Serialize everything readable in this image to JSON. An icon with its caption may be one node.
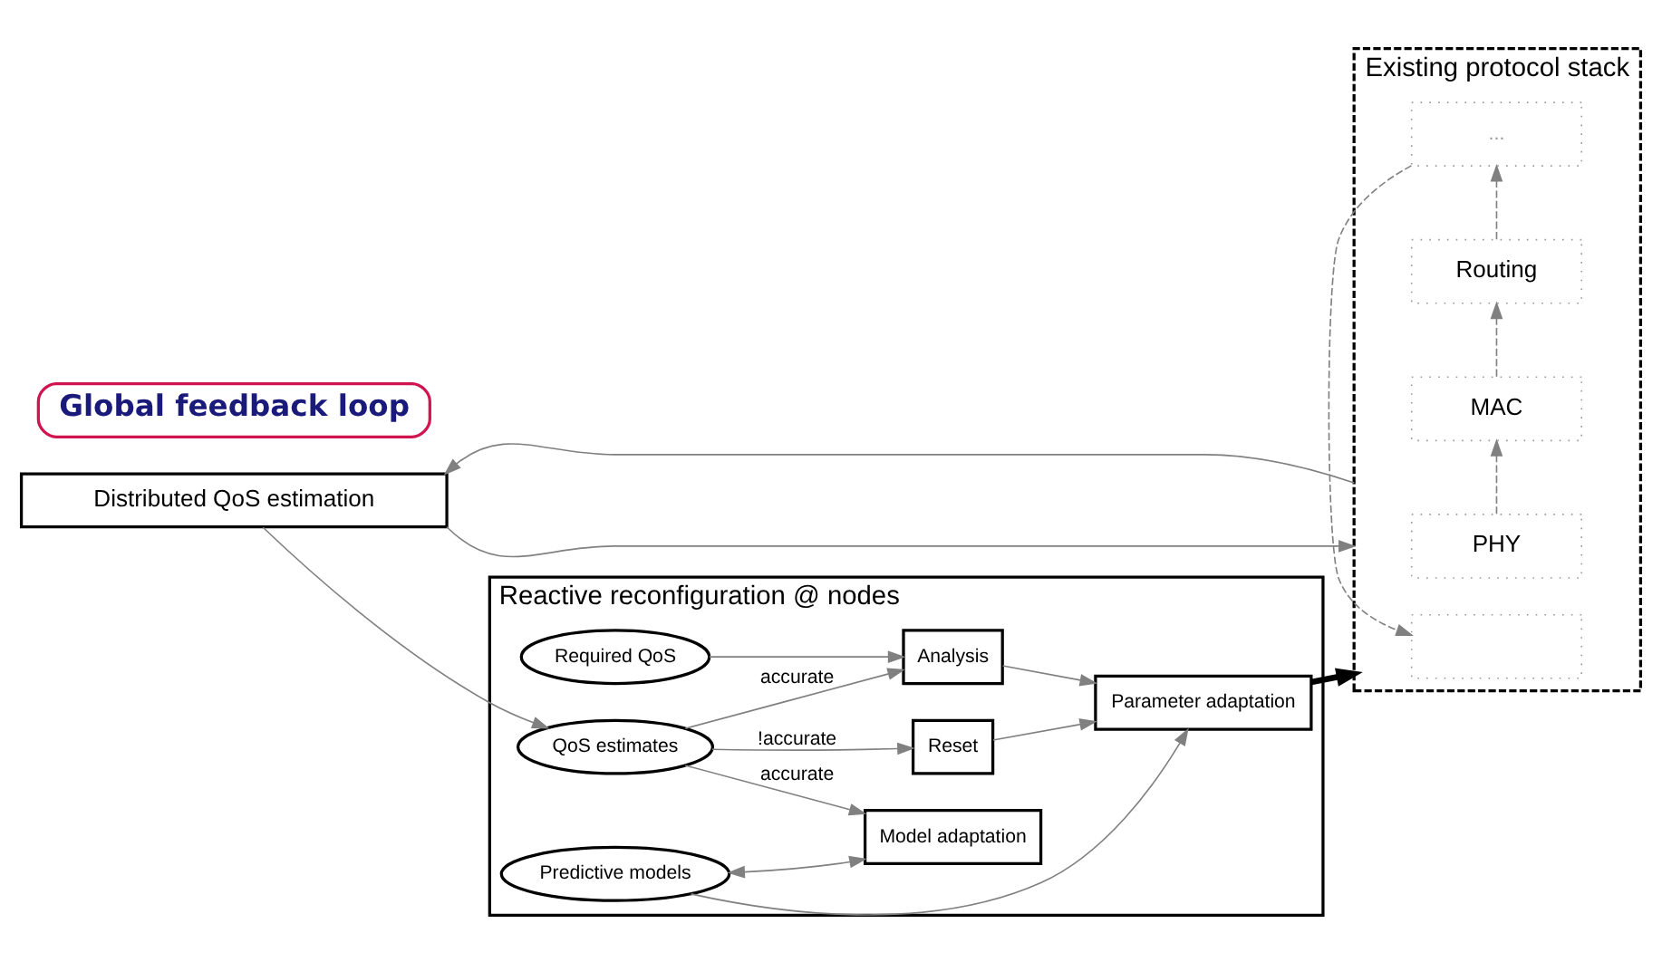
{
  "diagram": {
    "nodes": [
      {
        "text": [
          "Reactive reconfiguration @ nodes"
        ]
      },
      {
        "text": [
          "Required QoS"
        ],
        "in": 0
      },
      {
        "text": [
          "QoS estimates"
        ],
        "in": 0
      },
      {
        "text": [
          "Analysis"
        ],
        "in": 0
      },
      {
        "text": [
          "Reset"
        ],
        "in": 0
      },
      {
        "text": [
          "Parameter adaptation"
        ],
        "in": 0
      },
      {
        "text": [
          "Predictive models"
        ],
        "in": 0
      },
      {
        "text": [
          "Model adaptation"
        ],
        "in": 0
      },
      {
        "text": [
          "Global feedback loop"
        ]
      },
      {
        "text": [
          "Distributed QoS estimation"
        ]
      },
      {
        "text": [
          "Existing protocol stack"
        ]
      },
      {
        "text": [],
        "shape": "box",
        "in": 10
      },
      {
        "text": [
          "..."
        ],
        "in": 10
      },
      {
        "text": [
          "Routing"
        ],
        "in": 10
      },
      {
        "text": [
          "MAC"
        ],
        "in": 10
      },
      {
        "text": [
          "PHY"
        ],
        "in": 10
      }
    ],
    "edges": [
      {
        "from": 1,
        "to": 3,
        "arrow": "to"
      },
      {
        "from": 2,
        "to": 3,
        "arrow": "to",
        "label": "accurate"
      },
      {
        "from": 2,
        "to": 4,
        "arrow": "to",
        "label": "!accurate"
      },
      {
        "from": 2,
        "to": 7,
        "arrow": "to",
        "label": "accurate"
      },
      {
        "from": 3,
        "to": 5,
        "arrow": "to"
      },
      {
        "from": 4,
        "to": 5,
        "arrow": "to"
      },
      {
        "from": 6,
        "to": 5,
        "arrow": "to"
      },
      {
        "from": 6,
        "to": 7,
        "arrow": "both"
      },
      {
        "from": 5,
        "to": 10,
        "arrow": "to",
        "style": "thick",
        "color": "#000000"
      },
      {
        "from": 9,
        "to": 2,
        "arrow": "to"
      },
      {
        "from": 10,
        "to": 9,
        "arrow": "to"
      },
      {
        "from": 9,
        "to": 10,
        "arrow": "to"
      },
      {
        "from": 15,
        "to": 14,
        "arrow": "to",
        "style": "dashed"
      },
      {
        "from": 14,
        "to": 13,
        "arrow": "to",
        "style": "dashed"
      },
      {
        "from": 13,
        "to": 12,
        "arrow": "to",
        "style": "dashed"
      },
      {
        "from": 12,
        "to": 11,
        "arrow": "to",
        "style": "dashed"
      }
    ]
  }
}
